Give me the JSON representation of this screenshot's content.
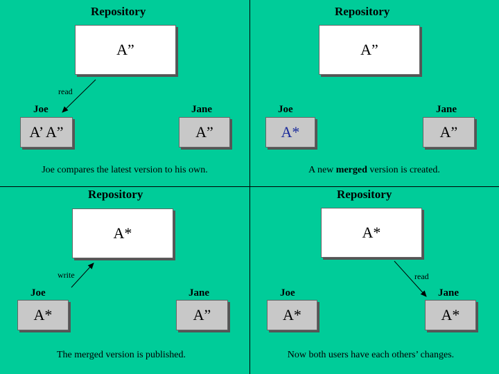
{
  "panels": {
    "top_left": {
      "repository_title": "Repository",
      "repository_value": "A”",
      "arrow_label": "read",
      "joe_label": "Joe",
      "jane_label": "Jane",
      "joe_value": "A’  A”",
      "jane_value": "A”",
      "caption": "Joe compares the latest version to his own."
    },
    "top_right": {
      "repository_title": "Repository",
      "repository_value": "A”",
      "joe_label": "Joe",
      "jane_label": "Jane",
      "joe_value": "A*",
      "joe_value_color": "#1a2a9a",
      "jane_value": "A”",
      "caption_prefix": "A new ",
      "caption_bold": "merged",
      "caption_suffix": " version is created."
    },
    "bottom_left": {
      "repository_title": "Repository",
      "repository_value": "A*",
      "arrow_label": "write",
      "joe_label": "Joe",
      "jane_label": "Jane",
      "joe_value": "A*",
      "jane_value": "A”",
      "caption": "The merged version is published."
    },
    "bottom_right": {
      "repository_title": "Repository",
      "repository_value": "A*",
      "arrow_label": "read",
      "joe_label": "Joe",
      "jane_label": "Jane",
      "joe_value": "A*",
      "jane_value": "A*",
      "caption": "Now both users have each others’ changes."
    }
  },
  "colors": {
    "background": "#00cc99",
    "repository_box": "#ffffff",
    "user_box": "#c8c8c8",
    "merged_text": "#1a2a9a"
  }
}
